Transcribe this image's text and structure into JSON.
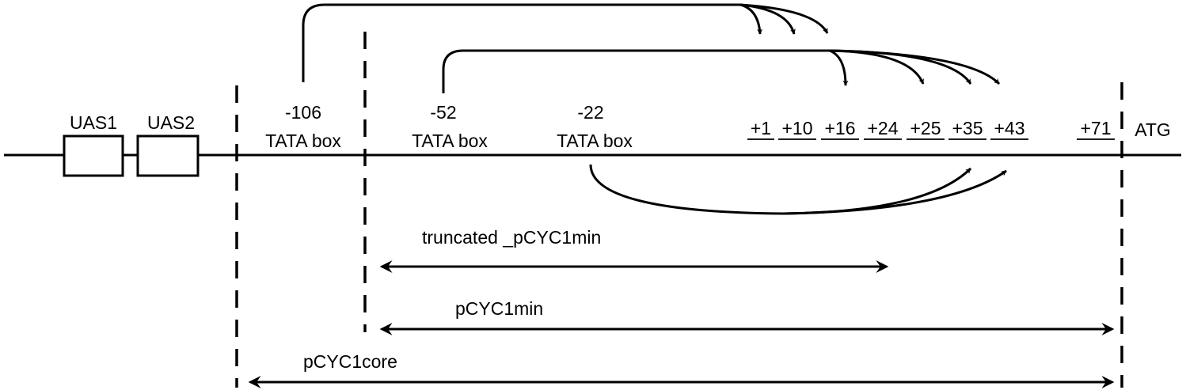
{
  "elements": {
    "uas1": "UAS1",
    "uas2": "UAS2",
    "tata106": {
      "position": "-106",
      "label": "TATA box"
    },
    "tata52": {
      "position": "-52",
      "label": "TATA box"
    },
    "tata22": {
      "position": "-22",
      "label": "TATA box"
    },
    "atg": "ATG"
  },
  "tss": [
    "+1",
    "+10",
    "+16",
    "+24",
    "+25",
    "+35",
    "+43",
    "+71"
  ],
  "ranges": {
    "truncated": "truncated _pCYC1min",
    "min": "pCYC1min",
    "core": "pCYC1core"
  }
}
